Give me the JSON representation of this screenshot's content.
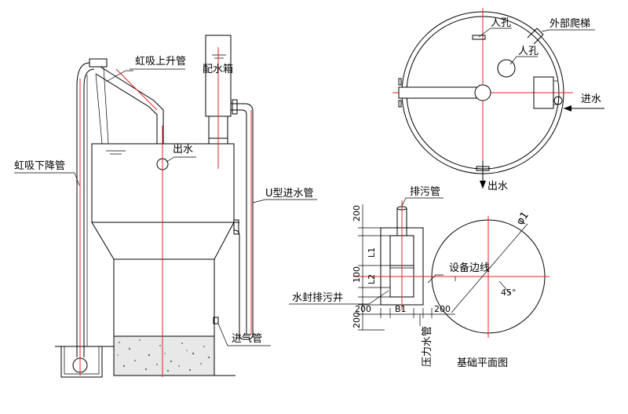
{
  "labels": {
    "siphon_up": "虹吸上升管",
    "siphon_down": "虹吸下降管",
    "water_tank": "配水箱",
    "outlet_left": "出水",
    "u_inlet": "U型进水管",
    "air_inlet": "进气管",
    "manhole_1": "人孔",
    "manhole_2": "人孔",
    "outer_ladder": "外部爬梯",
    "inlet": "进水",
    "outlet_top": "出水",
    "sewage_pipe": "排污管",
    "phi": "φ1",
    "equipment_edge": "设备边线",
    "seal_well": "水封排污井",
    "pressure_pipe": "压力水管",
    "foundation_plan": "基础平面图"
  },
  "dimensions": {
    "d200_top": "200",
    "d_L1": "L1",
    "d100": "100",
    "d_L2": "L2",
    "d200_left": "200",
    "d200_bottom": "200",
    "d_B1": "B1",
    "d200_right": "200"
  }
}
